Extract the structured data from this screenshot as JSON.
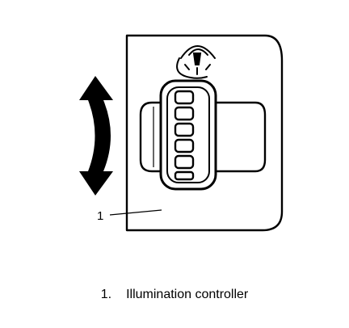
{
  "callout": {
    "number": "1"
  },
  "caption": {
    "number": "1.",
    "text": "Illumination controller"
  },
  "colors": {
    "line": "#000000",
    "background": "#ffffff"
  }
}
